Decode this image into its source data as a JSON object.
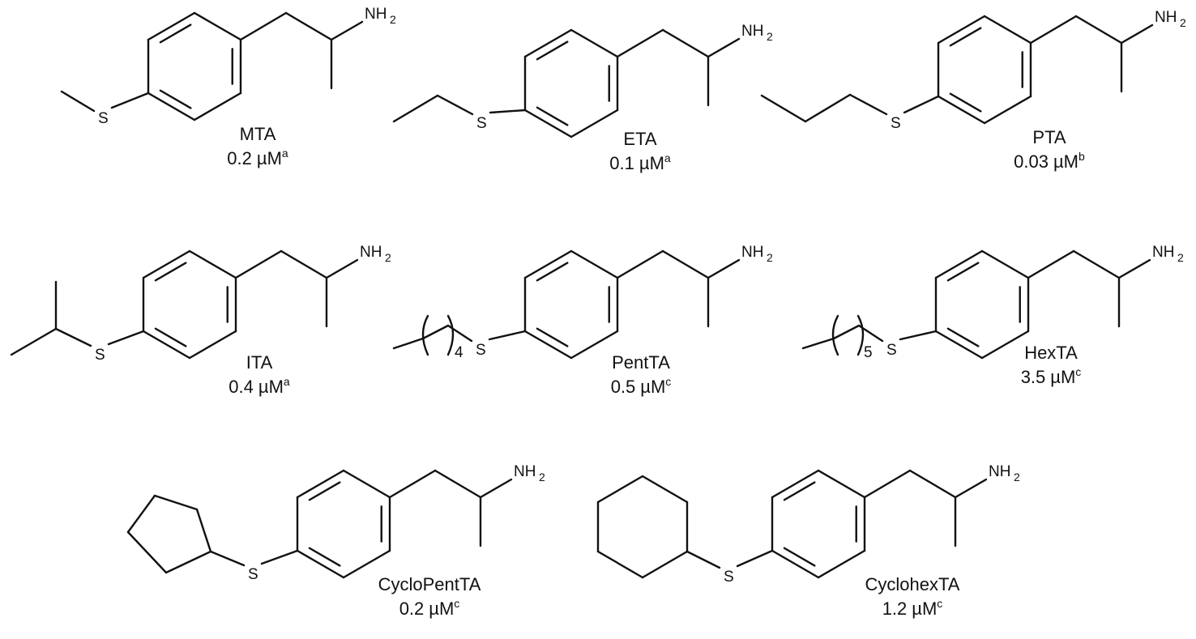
{
  "labels": {
    "amine": "NH",
    "amine_sub": "2",
    "sulfur": "S"
  },
  "compounds": [
    {
      "name": "MTA",
      "value": "0.2",
      "unit": "µM",
      "note": "a"
    },
    {
      "name": "ETA",
      "value": "0.1",
      "unit": "µM",
      "note": "a"
    },
    {
      "name": "PTA",
      "value": "0.03",
      "unit": "µM",
      "note": "b"
    },
    {
      "name": "ITA",
      "value": "0.4",
      "unit": "µM",
      "note": "a"
    },
    {
      "name": "PentTA",
      "value": "0.5",
      "unit": "µM",
      "note": "c",
      "repeat": "4"
    },
    {
      "name": "HexTA",
      "value": "3.5",
      "unit": "µM",
      "note": "c",
      "repeat": "5"
    },
    {
      "name": "CycloPentTA",
      "value": "0.2",
      "unit": "µM",
      "note": "c"
    },
    {
      "name": "CyclohexTA",
      "value": "1.2",
      "unit": "µM",
      "note": "c"
    }
  ]
}
